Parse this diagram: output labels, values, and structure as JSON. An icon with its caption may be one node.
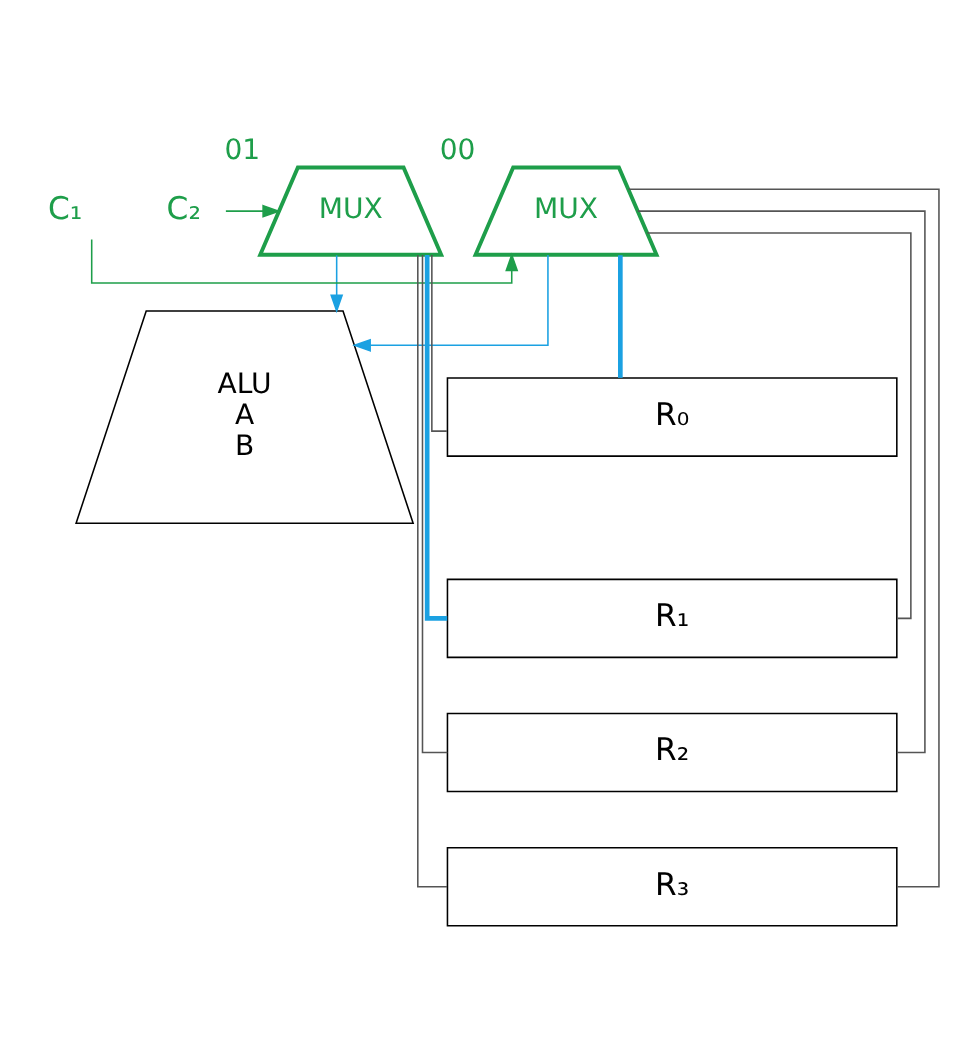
{
  "diagram": {
    "nodes": [
      {
        "text": [
          "ALU",
          "A",
          "B"
        ]
      },
      {
        "text": [
          "MUX"
        ],
        "beside": [
          "00"
        ]
      },
      {
        "text": [
          "MUX"
        ],
        "beside": [
          "01"
        ]
      },
      {
        "text": [
          "C₁"
        ]
      },
      {
        "text": [
          "C₂"
        ]
      },
      {
        "text": [
          "R₀"
        ]
      },
      {
        "text": [
          "R₁"
        ]
      },
      {
        "text": [
          "R₂"
        ]
      },
      {
        "text": [
          "R₃"
        ]
      }
    ],
    "edges": [
      {
        "from": 1,
        "to": 0,
        "arrow": "to",
        "color": "#1ba1e2"
      },
      {
        "from": 2,
        "to": 0,
        "arrow": "to",
        "color": "#1ba1e2"
      },
      {
        "from": 3,
        "to": 1,
        "arrow": "to",
        "color": "#1e9e4a"
      },
      {
        "from": 4,
        "to": 2,
        "arrow": "to",
        "color": "#1e9e4a"
      },
      {
        "from": 5,
        "to": 1,
        "arrow": "none",
        "style": "thick",
        "color": "#1ba1e2"
      },
      {
        "from": 6,
        "to": 1,
        "arrow": "none"
      },
      {
        "from": 7,
        "to": 1,
        "arrow": "none"
      },
      {
        "from": 8,
        "to": 1,
        "arrow": "none"
      },
      {
        "from": 5,
        "to": 2,
        "arrow": "none"
      },
      {
        "from": 6,
        "to": 2,
        "arrow": "none",
        "style": "thick",
        "color": "#1ba1e2"
      },
      {
        "from": 7,
        "to": 2,
        "arrow": "none"
      },
      {
        "from": 8,
        "to": 2,
        "arrow": "none"
      }
    ]
  }
}
